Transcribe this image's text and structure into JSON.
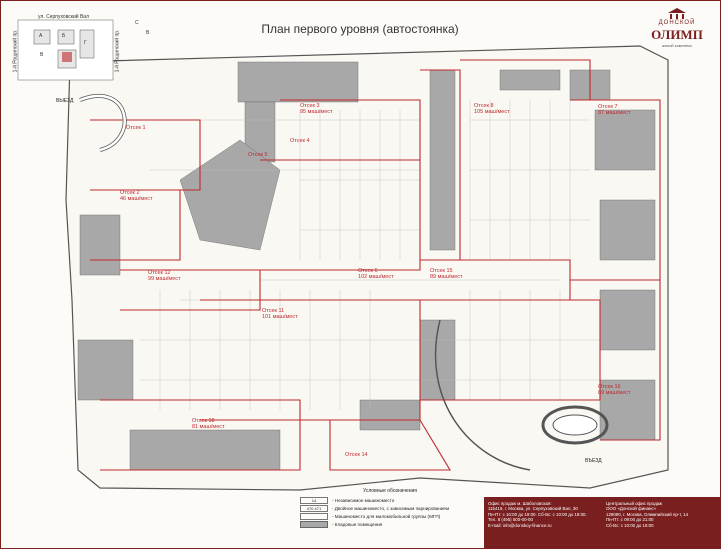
{
  "title": "План первого уровня (автостоянка)",
  "logo": {
    "top": "ДОНСКОЙ",
    "name": "ОЛИМП",
    "sub": "жилой комплекс"
  },
  "streets": {
    "top": "ул. Серпуховский Вал",
    "left": "1-й Рощинский пр.",
    "right": "1-й Рощинский пр."
  },
  "buildings": [
    "А",
    "Б",
    "Г",
    "В"
  ],
  "compass": [
    "С",
    "В"
  ],
  "exits": [
    "ВЫЕЗД",
    "ВЪЕЗД"
  ],
  "zones": [
    {
      "name": "Отсек 1",
      "capacity": ""
    },
    {
      "name": "Отсек 2",
      "capacity": "46 маш/мест"
    },
    {
      "name": "Отсек 3",
      "capacity": "95 маш/мест"
    },
    {
      "name": "Отсек 4",
      "capacity": ""
    },
    {
      "name": "Отсек 5",
      "capacity": ""
    },
    {
      "name": "Отсек 6",
      "capacity": "102 маш/мест"
    },
    {
      "name": "Отсек 7",
      "capacity": "87 маш/мест"
    },
    {
      "name": "Отсек 8",
      "capacity": "105 маш/мест"
    },
    {
      "name": "Отсек 11",
      "capacity": "101 маш/мест"
    },
    {
      "name": "Отсек 12",
      "capacity": "99 маш/мест"
    },
    {
      "name": "Отсек 14",
      "capacity": ""
    },
    {
      "name": "Отсек 15",
      "capacity": "89 маш/мест"
    },
    {
      "name": "Отсек 16",
      "capacity": "89 маш/мест"
    },
    {
      "name": "Отсек 18",
      "capacity": "81 маш/мест"
    }
  ],
  "legend": {
    "title": "Условные обозначения",
    "items": [
      {
        "code": "14",
        "text": "- Независимое машиноместо"
      },
      {
        "code": "470 471",
        "text": "- Двойное машиноместо, с зависимым парнированием"
      },
      {
        "code": "",
        "text": "- Машиноместо для маломобильной группы (МГП)"
      },
      {
        "code": "",
        "text": "- Кладовые помещения"
      }
    ]
  },
  "office_left": [
    "Офис продаж м. Шаболовская:",
    "115419, г. Москва, ул. Серпуховский Вал, 30",
    "Пн-Пт: с 10:00 до 19:00. Сб-Вс: с 10:00 до 18:00.",
    "Тел. 8 (495) 500-00-00",
    "E-mail: info@donskoy-finance.ru"
  ],
  "office_right": [
    "Центральный офис продаж",
    "ООО «Донской финанс»",
    "129090, г. Москва, Олимпийский пр-т, 14",
    "Пн-Пт: с 09:00 до 21:00",
    "Сб-Вс: с 10:00 до 18:00"
  ],
  "colors": {
    "accent": "#c0282d",
    "brand": "#7a1f1f",
    "storage": "#a8a8a8",
    "wall": "#555555"
  }
}
